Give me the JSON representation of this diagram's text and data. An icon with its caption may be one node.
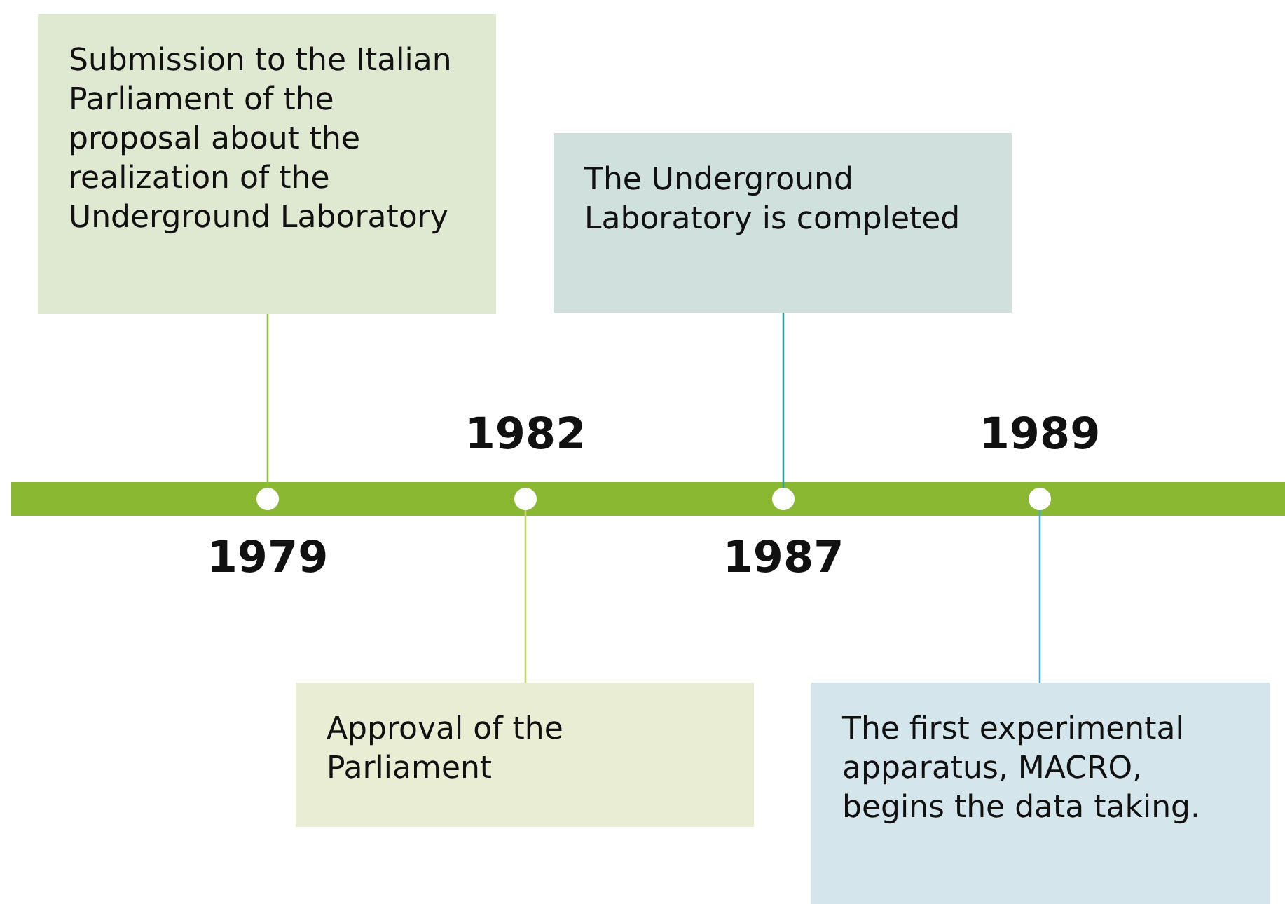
{
  "diagram": {
    "nodes": [
      {
        "text": [
          "Submission to the Italian Parliament of the proposal about the realization of the Underground Laboratory"
        ]
      },
      {
        "text": [
          "The Underground Laboratory is completed"
        ]
      },
      {
        "text": [],
        "shape": "circle"
      },
      {
        "text": [],
        "shape": "circle"
      },
      {
        "text": [],
        "shape": "circle"
      },
      {
        "text": [],
        "shape": "circle"
      },
      {
        "text": [
          "Approval of the Parliament"
        ]
      },
      {
        "text": [
          "The first experimental apparatus, MACRO, begins the data taking."
        ]
      }
    ],
    "edges": [
      {
        "from": 0,
        "to": 2,
        "arrow": "none",
        "color": "#8cbf3a"
      },
      {
        "from": 1,
        "to": 4,
        "arrow": "none",
        "color": "#2ea39a"
      },
      {
        "from": 6,
        "to": 3,
        "arrow": "none",
        "color": "#c2d86a"
      },
      {
        "from": 7,
        "to": 5,
        "arrow": "none",
        "color": "#4aaecb"
      }
    ],
    "labels": [
      "1982",
      "1989",
      "1979",
      "1987"
    ]
  }
}
